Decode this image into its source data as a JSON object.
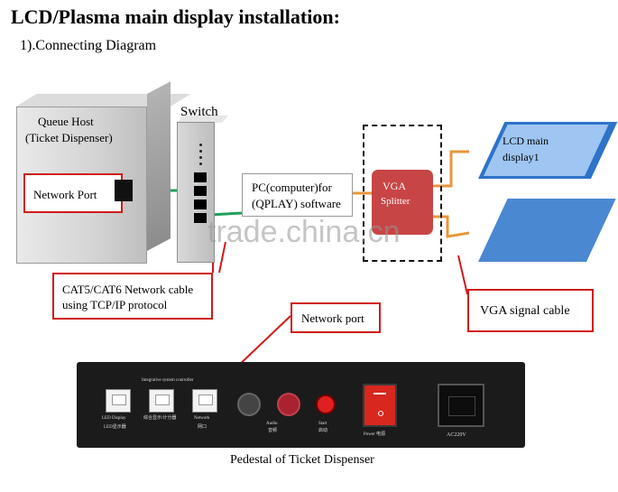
{
  "title": "LCD/Plasma main display installation:",
  "subtitle": "1).Connecting Diagram",
  "diagram": {
    "queue_host": [
      "Queue Host",
      "(Ticket Dispenser)"
    ],
    "network_port_label": "Network Port",
    "switch_label": "Switch",
    "pc_label": [
      "PC(computer)for",
      "(QPLAY) software"
    ],
    "vga_splitter": [
      "VGA",
      "Splitter"
    ],
    "lcd_label_1": "LCD    main",
    "lcd_label_2": "display1",
    "cable_label": [
      "CAT5/CAT6 Network cable",
      "using TCP/IP   protocol"
    ],
    "network_port_callout": "Network port",
    "vga_cable_label": "VGA signal cable",
    "watermark": "trade.china.cn"
  },
  "panel": {
    "port_labels": [
      "LED Display",
      "Integrative system controller",
      "Network"
    ],
    "port_sublabels": [
      "LED显示器",
      "综合显示/计分器",
      "网口"
    ],
    "audio_label": "Audio",
    "audio_sub": "音频",
    "start_label": "Start",
    "start_sub": "启动",
    "power_label": "Power 电源",
    "ac_label": "AC220V",
    "caption": "Pedestal of Ticket Dispenser"
  },
  "colors": {
    "callout_red": "#d11a1a",
    "cable_green": "#1fa05a",
    "cable_orange": "#e8963c",
    "vga_red": "#c84545",
    "lcd_blue": "#2e73c8"
  }
}
